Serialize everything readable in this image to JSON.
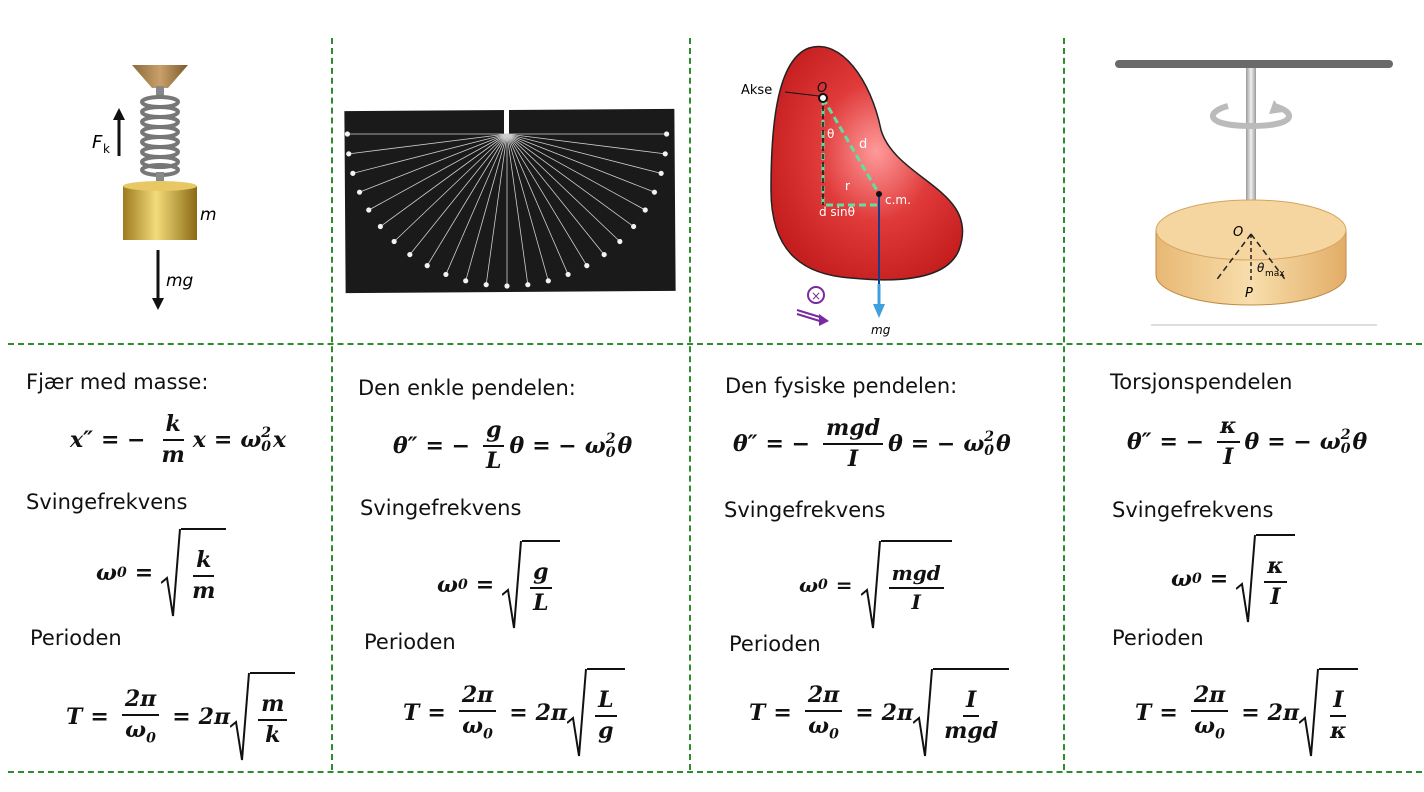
{
  "colors": {
    "divider": "#2e8b2e",
    "red_body": "#d92b2b",
    "disk": "#f2d29a",
    "mass": "#c9a53a",
    "arrow_blue": "#3fa0e0",
    "rotation": "#7a2aa0"
  },
  "columns": [
    {
      "heading": "Fjær med masse:",
      "subheading": "Svingefrekvens",
      "period_label": "Perioden",
      "figure": {
        "force_label": "F",
        "force_sub": "k",
        "mass_label": "m",
        "weight_label": "mg"
      },
      "eq": {
        "lhs": "x″",
        "num": "k",
        "den": "m",
        "x1": "x",
        "rhs": "ω",
        "rhs_sub": "0",
        "rhs_sup": "2",
        "x2": "x"
      },
      "freq": {
        "lhs": "ω",
        "lhs_sub": "0",
        "num": "k",
        "den": "m"
      },
      "period": {
        "lhs": "T",
        "num": "2π",
        "den": "ω",
        "den_sub": "0",
        "coef": "2π",
        "rnum": "m",
        "rden": "k"
      }
    },
    {
      "heading": "Den enkle pendelen:",
      "subheading": "Svingefrekvens",
      "period_label": "Perioden",
      "eq": {
        "lhs": "θ″",
        "num": "g",
        "den": "L",
        "x1": "θ",
        "rhs": "ω",
        "rhs_sub": "0",
        "rhs_sup": "2",
        "x2": "θ"
      },
      "freq": {
        "lhs": "ω",
        "lhs_sub": "0",
        "num": "g",
        "den": "L"
      },
      "period": {
        "lhs": "T",
        "num": "2π",
        "den": "ω",
        "den_sub": "0",
        "coef": "2π",
        "rnum": "L",
        "rden": "g"
      }
    },
    {
      "heading": "Den fysiske pendelen:",
      "subheading": "Svingefrekvens",
      "period_label": "Perioden",
      "figure": {
        "axis_label": "Akse",
        "o_label": "O",
        "theta_label": "θ",
        "d_label": "d",
        "r_label": "r",
        "dsin_label": "d sinθ",
        "cm_label": "c.m.",
        "weight_label": "mg"
      },
      "eq": {
        "lhs": "θ″",
        "num": "mgd",
        "den": "I",
        "x1": "θ",
        "rhs": "ω",
        "rhs_sub": "0",
        "rhs_sup": "2",
        "x2": "θ"
      },
      "freq": {
        "lhs": "ω",
        "lhs_sub": "0",
        "num": "mgd",
        "den": "I"
      },
      "period": {
        "lhs": "T",
        "num": "2π",
        "den": "ω",
        "den_sub": "0",
        "coef": "2π",
        "rnum": "I",
        "rden": "mgd"
      }
    },
    {
      "heading": "Torsjonspendelen",
      "subheading": "Svingefrekvens",
      "period_label": "Perioden",
      "figure": {
        "o_label": "O",
        "p_label": "P",
        "theta_label": "θ",
        "theta_sub": "max"
      },
      "eq": {
        "lhs": "θ″",
        "num": "κ",
        "den": "I",
        "x1": "θ",
        "rhs": "ω",
        "rhs_sub": "0",
        "rhs_sup": "2",
        "x2": "θ"
      },
      "freq": {
        "lhs": "ω",
        "lhs_sub": "0",
        "num": "κ",
        "den": "I"
      },
      "period": {
        "lhs": "T",
        "num": "2π",
        "den": "ω",
        "den_sub": "0",
        "coef": "2π",
        "rnum": "I",
        "rden": "κ"
      }
    }
  ]
}
